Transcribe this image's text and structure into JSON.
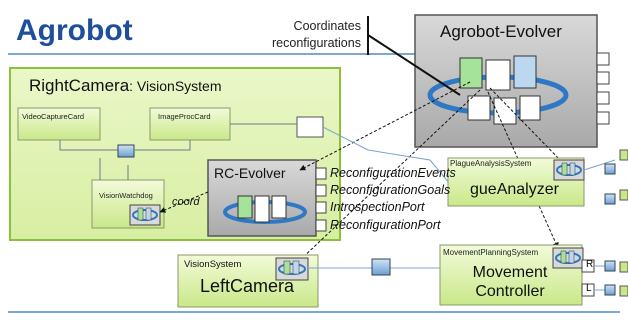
{
  "diagram": {
    "title": "Agrobot",
    "note_line1": "Coordinates",
    "note_line2": "reconfigurations",
    "agrobot_evolver": {
      "label": "Agrobot-Evolver"
    },
    "right_camera": {
      "name": "RightCamera",
      "type": ": VisionSystem"
    },
    "video_capture_card": "VideoCaptureCard",
    "image_proc_card": "ImageProcCard",
    "vision_watchdog": "VisionWatchdog",
    "rc_evolver": "RC-Evolver",
    "coord_label": "coord",
    "ports": [
      "ReconfigurationEvents",
      "ReconfigurationGoals",
      "IntrospectionPort",
      "ReconfigurationPort"
    ],
    "plague_analysis_system": "PlagueAnalysisSystem",
    "plague_analyzer": "gueAnalyzer",
    "left_camera": {
      "type": "VisionSystem",
      "name": "LeftCamera"
    },
    "movement_planning_system": "MovementPlanningSystem",
    "movement_controller_line1": "Movement",
    "movement_controller_line2": "Controller",
    "port_r": "R",
    "port_l": "L"
  }
}
